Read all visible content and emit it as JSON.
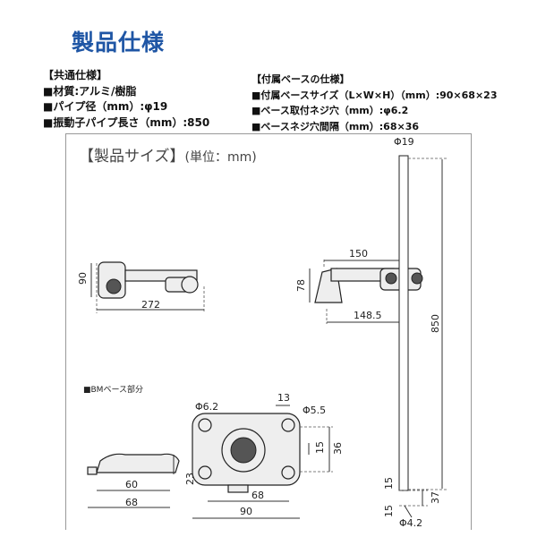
{
  "title": "製品仕様",
  "common_specs": {
    "heading": "【共通仕様】",
    "items": [
      "■材質:アルミ/樹脂",
      "■パイプ径（mm）:φ19",
      "■振動子パイプ長さ（mm）:850"
    ]
  },
  "base_specs": {
    "heading": "【付属ベースの仕様】",
    "items": [
      "■付属ベースサイズ（L×W×H）（mm）:90×68×23",
      "■ベース取付ネジ穴（mm）:φ6.2",
      "■ベースネジ穴間隔（mm）:68×36"
    ]
  },
  "diagram": {
    "label": "【製品サイズ】",
    "unit": "(単位：mm)",
    "bm_label": "■BMベース部分",
    "dims": {
      "side_height": "90",
      "side_length": "272",
      "arm_length": "150",
      "arm_height": "78",
      "arm_offset": "148.5",
      "pipe_dia": "Φ19",
      "pipe_length": "850",
      "pipe_bottom_a": "15",
      "pipe_bottom_b": "15",
      "pipe_bottom_c": "37",
      "pipe_hole": "Φ4.2",
      "base_hole": "Φ6.2",
      "base_13": "13",
      "base_slot": "Φ5.5",
      "base_15": "15",
      "base_36": "36",
      "base_68": "68",
      "base_90": "90",
      "side_23": "23",
      "side_60": "60",
      "side_68": "68"
    }
  }
}
